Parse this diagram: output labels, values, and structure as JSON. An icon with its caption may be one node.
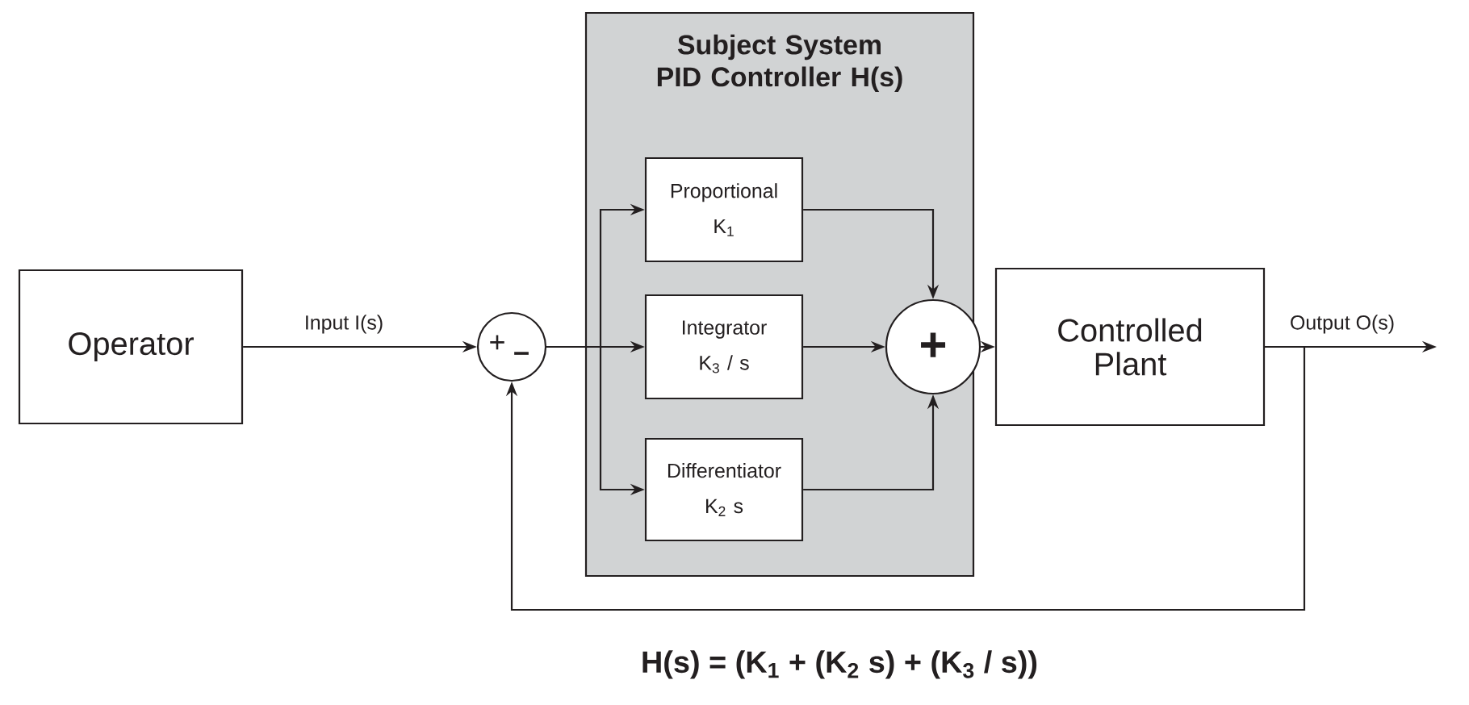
{
  "diagram": {
    "nodes": [
      {
        "text": [
          "Operator"
        ]
      },
      {
        "text": [
          "+",
          "–"
        ]
      },
      {
        "text": [
          "Subject System PID Controller  H(s)"
        ]
      },
      {
        "text": [
          "Proportional",
          "K$_{1}$"
        ],
        "in": 2
      },
      {
        "text": [
          "Integrator",
          "K$_{3}$ / s"
        ],
        "in": 2
      },
      {
        "text": [
          "Differentiator",
          "K$_{2}$   s"
        ],
        "in": 2
      },
      {
        "text": [
          "+"
        ],
        "in": 2
      },
      {
        "text": [
          "Controlled Plant"
        ]
      }
    ],
    "edges": [
      {
        "from": 0,
        "to": 1,
        "arrow": "to",
        "label": "Input   I(s)"
      },
      {
        "from": 1,
        "to": 3,
        "arrow": "to"
      },
      {
        "from": 1,
        "to": 4,
        "arrow": "to"
      },
      {
        "from": 1,
        "to": 5,
        "arrow": "to"
      },
      {
        "from": 3,
        "to": 6,
        "arrow": "to"
      },
      {
        "from": 4,
        "to": 6,
        "arrow": "to"
      },
      {
        "from": 5,
        "to": 6,
        "arrow": "to"
      },
      {
        "from": 6,
        "to": 7,
        "arrow": "to"
      },
      {
        "from": 7,
        "to": null,
        "arrow": "to",
        "label": "Output  O(s)"
      },
      {
        "from": 7,
        "to": 1,
        "arrow": "to"
      }
    ],
    "labels": [
      "H(s) = (K$_{1}$ + (K$_{2}$   s) + (K$_{3}$ / s))"
    ]
  }
}
